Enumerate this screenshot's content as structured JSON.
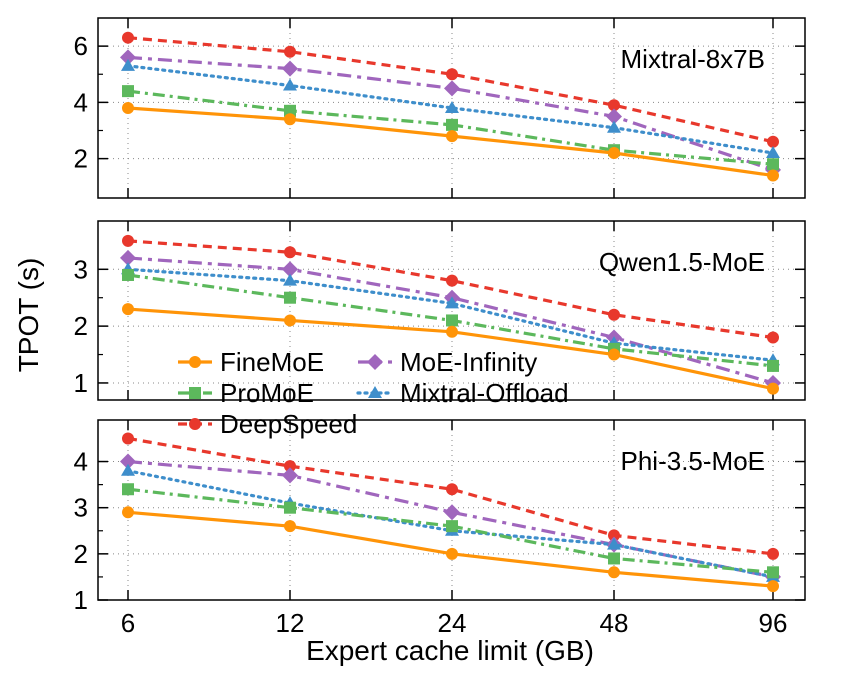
{
  "chart_data": [
    {
      "type": "line",
      "title": "Mixtral-8x7B",
      "categories": [
        "6",
        "12",
        "24",
        "48",
        "96"
      ],
      "ylim": [
        0.6,
        7.0
      ],
      "yticks": [
        2,
        4,
        6
      ],
      "grid": true,
      "series": [
        {
          "name": "FineMoE",
          "values": [
            3.8,
            3.4,
            2.8,
            2.2,
            1.4
          ]
        },
        {
          "name": "ProMoE",
          "values": [
            4.4,
            3.7,
            3.2,
            2.3,
            1.8
          ]
        },
        {
          "name": "DeepSpeed",
          "values": [
            6.3,
            5.8,
            5.0,
            3.9,
            2.6
          ]
        },
        {
          "name": "MoE-Infinity",
          "values": [
            5.6,
            5.2,
            4.5,
            3.5,
            1.6
          ]
        },
        {
          "name": "Mixtral-Offload",
          "values": [
            5.3,
            4.6,
            3.8,
            3.1,
            2.2
          ]
        }
      ]
    },
    {
      "type": "line",
      "title": "Qwen1.5-MoE",
      "categories": [
        "6",
        "12",
        "24",
        "48",
        "96"
      ],
      "ylim": [
        0.7,
        3.85
      ],
      "yticks": [
        1,
        2,
        3
      ],
      "grid": true,
      "series": [
        {
          "name": "FineMoE",
          "values": [
            2.3,
            2.1,
            1.9,
            1.5,
            0.9
          ]
        },
        {
          "name": "ProMoE",
          "values": [
            2.9,
            2.5,
            2.1,
            1.6,
            1.3
          ]
        },
        {
          "name": "DeepSpeed",
          "values": [
            3.5,
            3.3,
            2.8,
            2.2,
            1.8
          ]
        },
        {
          "name": "MoE-Infinity",
          "values": [
            3.2,
            3.0,
            2.5,
            1.8,
            1.0
          ]
        },
        {
          "name": "Mixtral-Offload",
          "values": [
            3.0,
            2.8,
            2.4,
            1.7,
            1.4
          ]
        }
      ]
    },
    {
      "type": "line",
      "title": "Phi-3.5-MoE",
      "categories": [
        "6",
        "12",
        "24",
        "48",
        "96"
      ],
      "ylim": [
        1.0,
        4.9
      ],
      "yticks": [
        1,
        2,
        3,
        4
      ],
      "grid": true,
      "series": [
        {
          "name": "FineMoE",
          "values": [
            2.9,
            2.6,
            2.0,
            1.6,
            1.3
          ]
        },
        {
          "name": "ProMoE",
          "values": [
            3.4,
            3.0,
            2.6,
            1.9,
            1.6
          ]
        },
        {
          "name": "DeepSpeed",
          "values": [
            4.5,
            3.9,
            3.4,
            2.4,
            2.0
          ]
        },
        {
          "name": "MoE-Infinity",
          "values": [
            4.0,
            3.7,
            2.9,
            2.2,
            1.5
          ]
        },
        {
          "name": "Mixtral-Offload",
          "values": [
            3.8,
            3.1,
            2.5,
            2.2,
            1.5
          ]
        }
      ]
    }
  ],
  "axes": {
    "xlabel": "Expert cache limit (GB)",
    "ylabel": "TPOT (s)"
  },
  "legend": {
    "placement": "middle-left",
    "entries": [
      "FineMoE",
      "MoE-Infinity",
      "ProMoE",
      "Mixtral-Offload",
      "DeepSpeed"
    ]
  },
  "styles": {
    "FineMoE": {
      "color": "#ff9408",
      "marker": "circle",
      "dash": "solid"
    },
    "ProMoE": {
      "color": "#5cb85c",
      "marker": "square",
      "dash": "dashdot"
    },
    "DeepSpeed": {
      "color": "#e8382c",
      "marker": "circle",
      "dash": "dashed"
    },
    "MoE-Infinity": {
      "color": "#a066bd",
      "marker": "diamond",
      "dash": "longdash"
    },
    "Mixtral-Offload": {
      "color": "#3e8ecb",
      "marker": "triangle",
      "dash": "dotted"
    }
  }
}
